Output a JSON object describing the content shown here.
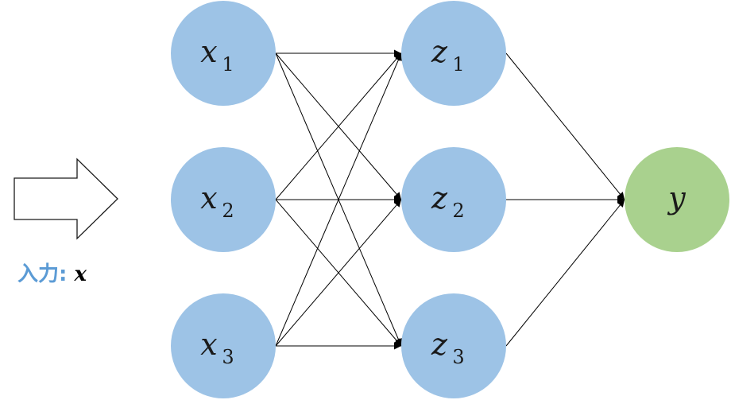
{
  "diagram": {
    "input_caption": {
      "text": "入力:",
      "variable": "x"
    },
    "nodes": [
      {
        "id": "x1",
        "base": "x",
        "sub": "1",
        "layer": "input"
      },
      {
        "id": "x2",
        "base": "x",
        "sub": "2",
        "layer": "input"
      },
      {
        "id": "x3",
        "base": "x",
        "sub": "3",
        "layer": "input"
      },
      {
        "id": "z1",
        "base": "z",
        "sub": "1",
        "layer": "hidden"
      },
      {
        "id": "z2",
        "base": "z",
        "sub": "2",
        "layer": "hidden"
      },
      {
        "id": "z3",
        "base": "z",
        "sub": "3",
        "layer": "hidden"
      },
      {
        "id": "y",
        "base": "y",
        "sub": "",
        "layer": "output"
      }
    ],
    "edges": [
      [
        "x1",
        "z1"
      ],
      [
        "x1",
        "z2"
      ],
      [
        "x1",
        "z3"
      ],
      [
        "x2",
        "z1"
      ],
      [
        "x2",
        "z2"
      ],
      [
        "x2",
        "z3"
      ],
      [
        "x3",
        "z1"
      ],
      [
        "x3",
        "z2"
      ],
      [
        "x3",
        "z3"
      ],
      [
        "z1",
        "y"
      ],
      [
        "z2",
        "y"
      ],
      [
        "z3",
        "y"
      ]
    ],
    "colors": {
      "input_node": "#9dc3e6",
      "hidden_node": "#9dc3e6",
      "output_node": "#a9d18e",
      "edge": "#000000",
      "caption": "#5b9bd5"
    }
  }
}
